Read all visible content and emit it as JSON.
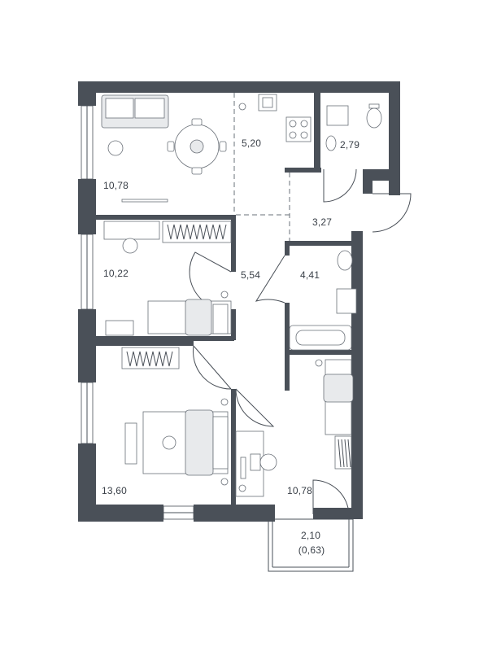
{
  "floorplan": {
    "rooms": [
      {
        "id": "living-room",
        "area": "10,78"
      },
      {
        "id": "kitchen",
        "area": "5,20"
      },
      {
        "id": "bathroom-small",
        "area": "2,79"
      },
      {
        "id": "entry-hall",
        "area": "3,27"
      },
      {
        "id": "bedroom-1",
        "area": "10,22"
      },
      {
        "id": "corridor",
        "area": "5,54"
      },
      {
        "id": "bathroom",
        "area": "4,41"
      },
      {
        "id": "bedroom-2",
        "area": "13,60"
      },
      {
        "id": "bedroom-3",
        "area": "10,78"
      }
    ],
    "balcony": {
      "area": "2,10",
      "reduced_area": "(0,63)"
    }
  },
  "colors": {
    "wall": "#4a5058",
    "line": "#6a7078",
    "text": "#3a4048"
  }
}
